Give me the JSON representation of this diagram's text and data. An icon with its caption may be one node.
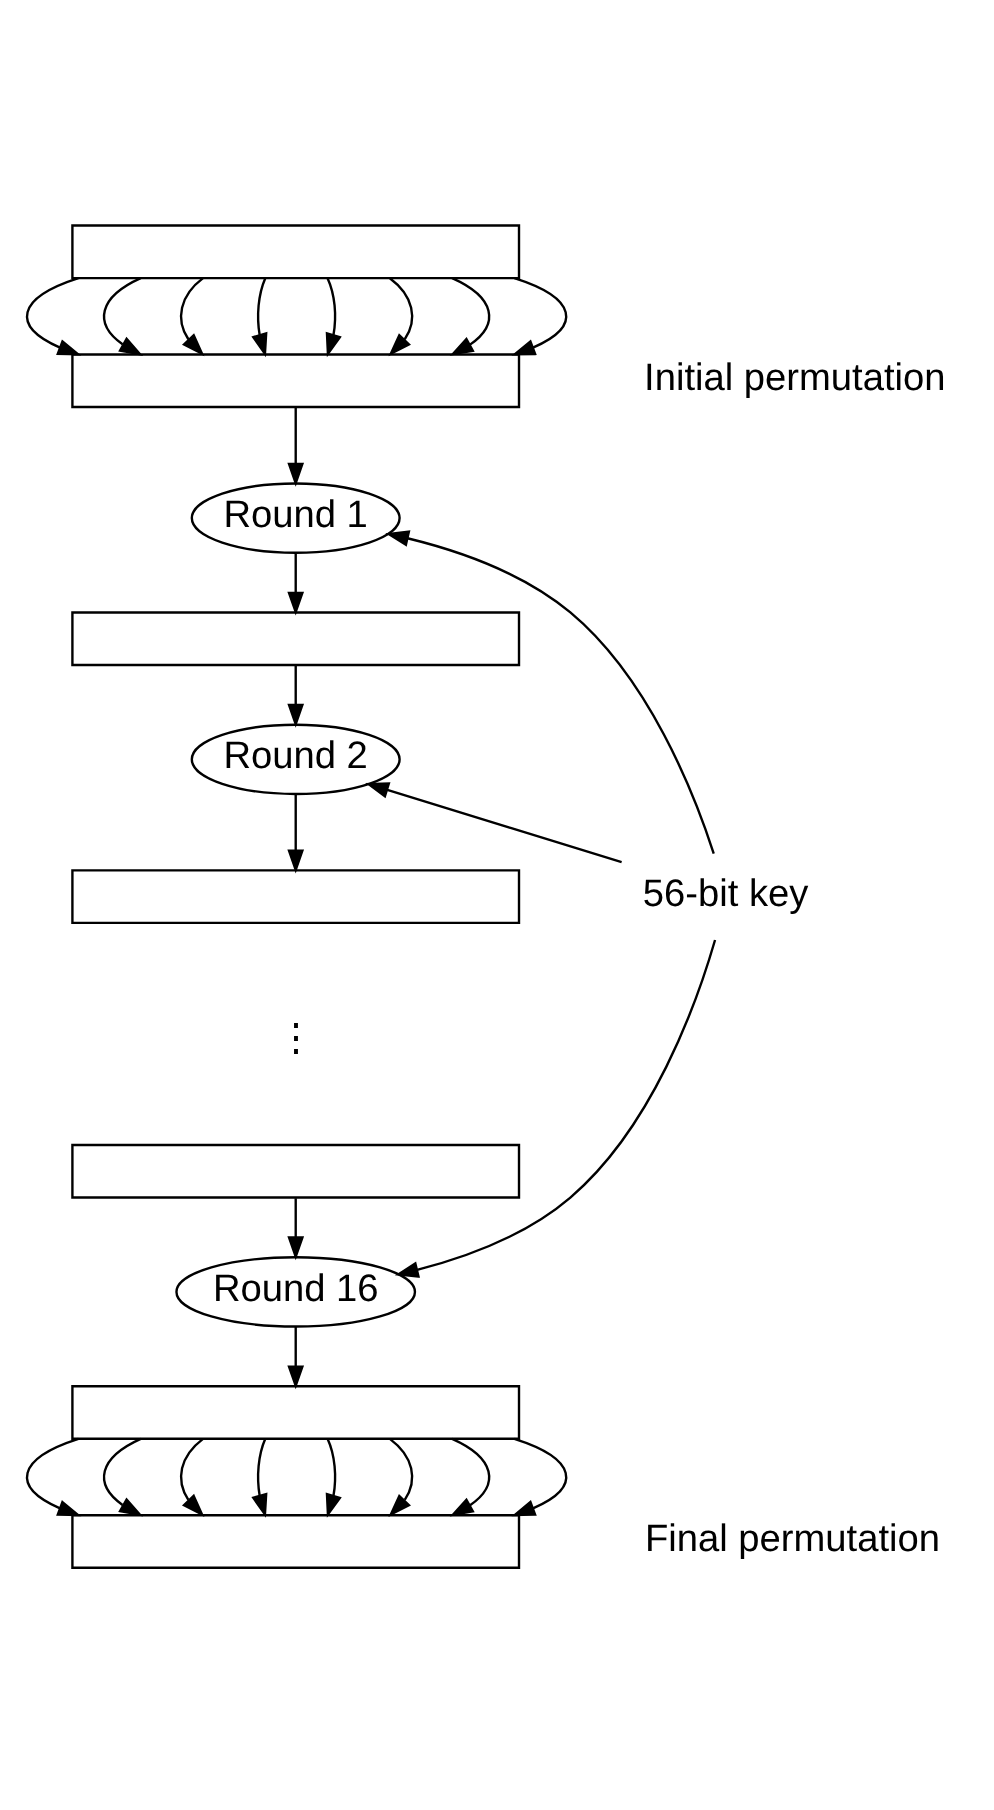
{
  "diagram": {
    "nodes": [
      {
        "text": [],
        "shape": "box"
      },
      {
        "text": [],
        "shape": "box"
      },
      {
        "text": [
          "Round 1"
        ]
      },
      {
        "text": [],
        "shape": "box"
      },
      {
        "text": [
          "Round 2"
        ]
      },
      {
        "text": [],
        "shape": "box"
      },
      {
        "text": [],
        "shape": "box"
      },
      {
        "text": [
          "Round 16"
        ]
      },
      {
        "text": [],
        "shape": "box"
      },
      {
        "text": [],
        "shape": "box"
      },
      {
        "text": [
          "56-bit key"
        ]
      }
    ],
    "edges": [
      {
        "from": 0,
        "to": 1,
        "arrow": "to"
      },
      {
        "from": 0,
        "to": 1,
        "arrow": "to"
      },
      {
        "from": 0,
        "to": 1,
        "arrow": "to"
      },
      {
        "from": 0,
        "to": 1,
        "arrow": "to"
      },
      {
        "from": 0,
        "to": 1,
        "arrow": "to"
      },
      {
        "from": 0,
        "to": 1,
        "arrow": "to"
      },
      {
        "from": 0,
        "to": 1,
        "arrow": "to"
      },
      {
        "from": 0,
        "to": 1,
        "arrow": "to"
      },
      {
        "from": 1,
        "to": 2,
        "arrow": "to"
      },
      {
        "from": 2,
        "to": 3,
        "arrow": "to"
      },
      {
        "from": 3,
        "to": 4,
        "arrow": "to"
      },
      {
        "from": 4,
        "to": 5,
        "arrow": "to"
      },
      {
        "from": 6,
        "to": 7,
        "arrow": "to"
      },
      {
        "from": 7,
        "to": 8,
        "arrow": "to"
      },
      {
        "from": 8,
        "to": 9,
        "arrow": "to"
      },
      {
        "from": 8,
        "to": 9,
        "arrow": "to"
      },
      {
        "from": 8,
        "to": 9,
        "arrow": "to"
      },
      {
        "from": 8,
        "to": 9,
        "arrow": "to"
      },
      {
        "from": 8,
        "to": 9,
        "arrow": "to"
      },
      {
        "from": 8,
        "to": 9,
        "arrow": "to"
      },
      {
        "from": 8,
        "to": 9,
        "arrow": "to"
      },
      {
        "from": 8,
        "to": 9,
        "arrow": "to"
      },
      {
        "from": 10,
        "to": 2,
        "arrow": "to"
      },
      {
        "from": 10,
        "to": 4,
        "arrow": "to"
      },
      {
        "from": 10,
        "to": 7,
        "arrow": "to"
      }
    ],
    "labels": [
      "Initial permutation",
      "⋮",
      "Final permutation"
    ]
  }
}
